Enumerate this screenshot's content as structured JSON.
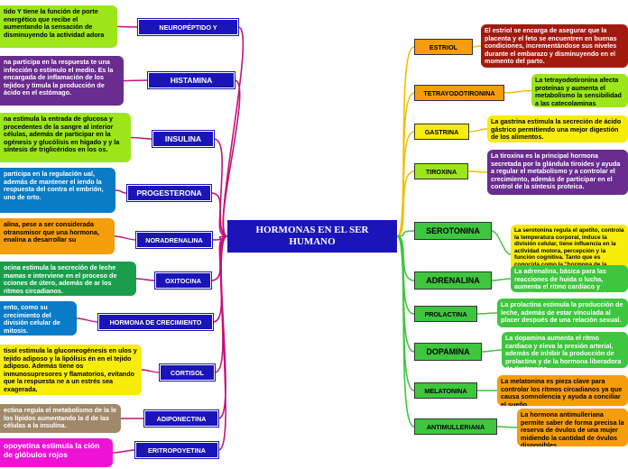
{
  "center": "HORMONAS EN EL SER HUMANO",
  "colors": {
    "hormone_box": "#1b14b8",
    "line_left": "#c4127a",
    "line_right": "#f0c000",
    "line_right_green": "#3ec63e"
  },
  "left_branches": [
    {
      "label": "NEUROPÉPTIDO Y",
      "color": "#9ce61a",
      "note": "tido Y tiene la función de porte energético que recibe el aumentando la sensación de disminuyendo la actividad adora"
    },
    {
      "label": "HISTAMINA",
      "color": "#6a2c8e",
      "note": "na participa en la respuesta te una infección o estímulo el medio. Es la encargada de inflamación de los tejidos y timula la producción de ácido en el estómago."
    },
    {
      "label": "INSULINA",
      "color": "#9ce61a",
      "note": "na estimula la entrada de glucosa y procedentes de la sangre al interior células, además de participar en la ogénesis y glucólisis en hígado y y la síntesis de triglicéridos en los os."
    },
    {
      "label": "PROGESTERONA",
      "color": "#0a7bc6",
      "note": "participa en la regulación ual, además de mantener el iendo la respuesta del contra el embrión, uno de orto."
    },
    {
      "label": "NORADRENALINA",
      "color": "#f59d0b",
      "note": "alina, pese a ser considerada otransmisor que una hormona, enalina a desarrollar su"
    },
    {
      "label": "OXITOCINA",
      "color": "#1a9e4c",
      "note": "ocina estimula la secreción de leche mamas e interviene en el proceso de cciones de útero, además de ar los ritmos circadianos."
    },
    {
      "label": "HORMONA DE CRECIMIENTO",
      "color": "#0a7bc6",
      "note": "ento, como su crecimiento del división celular de mitosis."
    },
    {
      "label": "CORTISOL",
      "color": "#f7ec0a",
      "note": "tisol estimula la gluconeogénesis en ulos y tejido adiposo y la lipólisis én en el tejido adiposo. Además tiene os inmunosupresores y flamatorios, evitando que la respuesta ne a un estrés sea exagerada."
    },
    {
      "label": "ADIPONECTINA",
      "color": "#a0896a",
      "note": "ectina regula el metabolismo de la le los lípidos aumentando la d de las células a la insulina."
    },
    {
      "label": "ERITROPOYETINA",
      "color": "#ee12d4",
      "note": "opoyetina estimula la ción de glóbulos rojos"
    }
  ],
  "right_branches": [
    {
      "label": "ESTRIOL",
      "color": "#f59d0b",
      "note_color": "#a21a0e",
      "note": "El estriol se encarga de asegurar que la placenta y el feto se encuentren en buenas condiciones, incrementándose sus niveles durante el embarazo y disminuyendo en el momento del parto."
    },
    {
      "label": "TETRAYODOTIRONINA",
      "color": "#f59d0b",
      "note_color": "#9ce61a",
      "note": "La tetrayodotironina afecta proteínas y aumenta el metabolismo la sensibilidad a las catecolaminas (adrenalina, noradrenalina)."
    },
    {
      "label": "GASTRINA",
      "color": "#f7ec0a",
      "note_color": "#f7ec0a",
      "note": "La gastrina estimula la secreción de ácido gástrico permitiendo una mejor digestión de los alimentos."
    },
    {
      "label": "TIROXINA",
      "color": "#9ce61a",
      "note_color": "#6a2c8e",
      "note": "La tiroxina es la principal hormona secretada por la glándula tiroides y ayuda a regular el metabolismo y a controlar el crecimiento, además de participar en el control de la síntesis proteica."
    },
    {
      "label": "SEROTONINA",
      "color": "#3ec63e",
      "note_color": "#f7ec0a",
      "note": "La serotonina regula el apetito, controla la temperatura corporal, induce la división celular, tiene influencia en la actividad motora, percepción y la función cognitiva. Tanto que es conocida como la \"hormona de la felicidad\", sus niveles altos provocan sensaciones de bienestar, relajación y satisfacción."
    },
    {
      "label": "ADRENALINA",
      "color": "#3ec63e",
      "note_color": "#3ec63e",
      "note": "La adrenalina, básica para las reacciones de huida o lucha, aumenta el ritmo cardiaco y suprime los procesos no vitales."
    },
    {
      "label": "PROLACTINA",
      "color": "#3ec63e",
      "note_color": "#3ec63e",
      "note": "La prolactina estimula la producción de leche, además de estar vinculada al placer después de una relación sexual."
    },
    {
      "label": "DOPAMINA",
      "color": "#3ec63e",
      "note_color": "#3ec63e",
      "note": "La dopamina aumenta el ritmo cardiaco y eleva la presión arterial, además de inhibir la producción de prolactina y de la hormona liberadora de tirotropina."
    },
    {
      "label": "MELATONINA",
      "color": "#3ec63e",
      "note_color": "#f59d0b",
      "note": "La melatonina es pieza clave para controlar los ritmos circadianos ya que causa somnolencia y ayuda a conciliar el sueño."
    },
    {
      "label": "ANTIMULLERIANA",
      "color": "#3ec63e",
      "note_color": "#f59d0b",
      "note": "La hormona antimulleriana permite saber de forma precisa la reserva de óvulos de una mujer midiendo la cantidad de óvulos disponibles."
    }
  ]
}
